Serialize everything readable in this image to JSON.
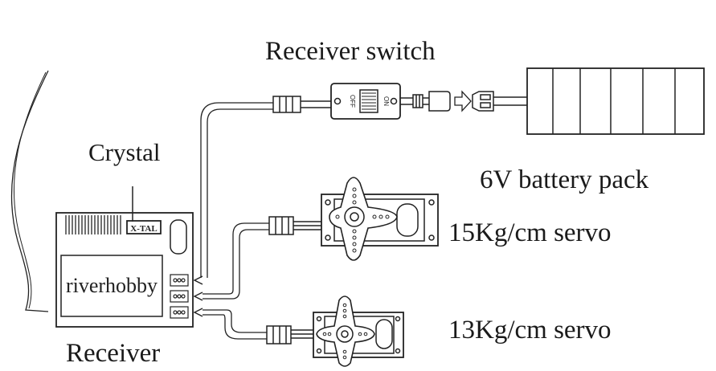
{
  "labels": {
    "receiver_switch": "Receiver switch",
    "crystal": "Crystal",
    "battery": "6V battery pack",
    "servo_15": "15Kg/cm servo",
    "servo_13": "13Kg/cm servo",
    "receiver": "Receiver"
  },
  "receiver": {
    "brand": "riverhobby",
    "crystal_text": "X-TAL"
  },
  "switch": {
    "off_text": "OFF",
    "on_text": "ON"
  },
  "colors": {
    "line": "#222222",
    "background": "#ffffff"
  }
}
